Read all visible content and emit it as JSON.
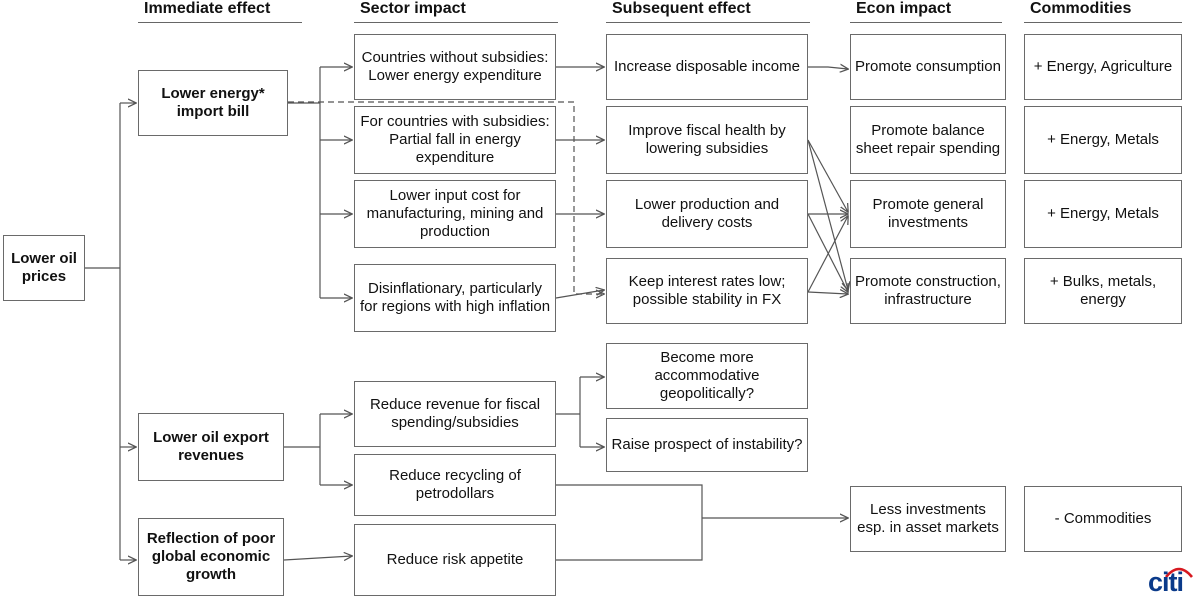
{
  "headers": {
    "immediate": "Immediate effect",
    "sector": "Sector impact",
    "subsequent": "Subsequent effect",
    "econ": "Econ impact",
    "commodities": "Commodities"
  },
  "root": {
    "label": "Lower oil prices"
  },
  "immediate": [
    {
      "label": "Lower energy* import bill"
    },
    {
      "label": "Lower oil export revenues"
    },
    {
      "label": "Reflection of poor global economic growth"
    }
  ],
  "sector": [
    {
      "label": "Countries without subsidies: Lower energy expenditure"
    },
    {
      "label": "For countries with subsidies: Partial fall in energy expenditure"
    },
    {
      "label": "Lower input cost for manufacturing, mining and production"
    },
    {
      "label": "Disinflationary, particularly for regions with high inflation"
    },
    {
      "label": "Reduce revenue for fiscal spending/subsidies"
    },
    {
      "label": "Reduce recycling of petrodollars"
    },
    {
      "label": "Reduce risk appetite"
    }
  ],
  "subsequent": [
    {
      "label": "Increase disposable income"
    },
    {
      "label": "Improve fiscal health by lowering subsidies"
    },
    {
      "label": "Lower production and delivery costs"
    },
    {
      "label": "Keep interest rates low; possible stability in FX"
    },
    {
      "label": "Become more accommodative geopolitically?"
    },
    {
      "label": "Raise prospect of instability?"
    }
  ],
  "econ": [
    {
      "label": "Promote consumption"
    },
    {
      "label": "Promote balance sheet repair spending"
    },
    {
      "label": "Promote general investments"
    },
    {
      "label": "Promote construction, infrastructure"
    },
    {
      "label": "Less investments esp. in asset markets"
    }
  ],
  "commodities": [
    {
      "label": "+ Energy, Agriculture"
    },
    {
      "label": "+ Energy, Metals"
    },
    {
      "label": "+ Energy, Metals"
    },
    {
      "label": "+ Bulks, metals, energy"
    },
    {
      "label": "- Commodities"
    }
  ],
  "logo": {
    "text": "citi",
    "color": "#0a3a8a",
    "arc_color": "#d71920"
  }
}
